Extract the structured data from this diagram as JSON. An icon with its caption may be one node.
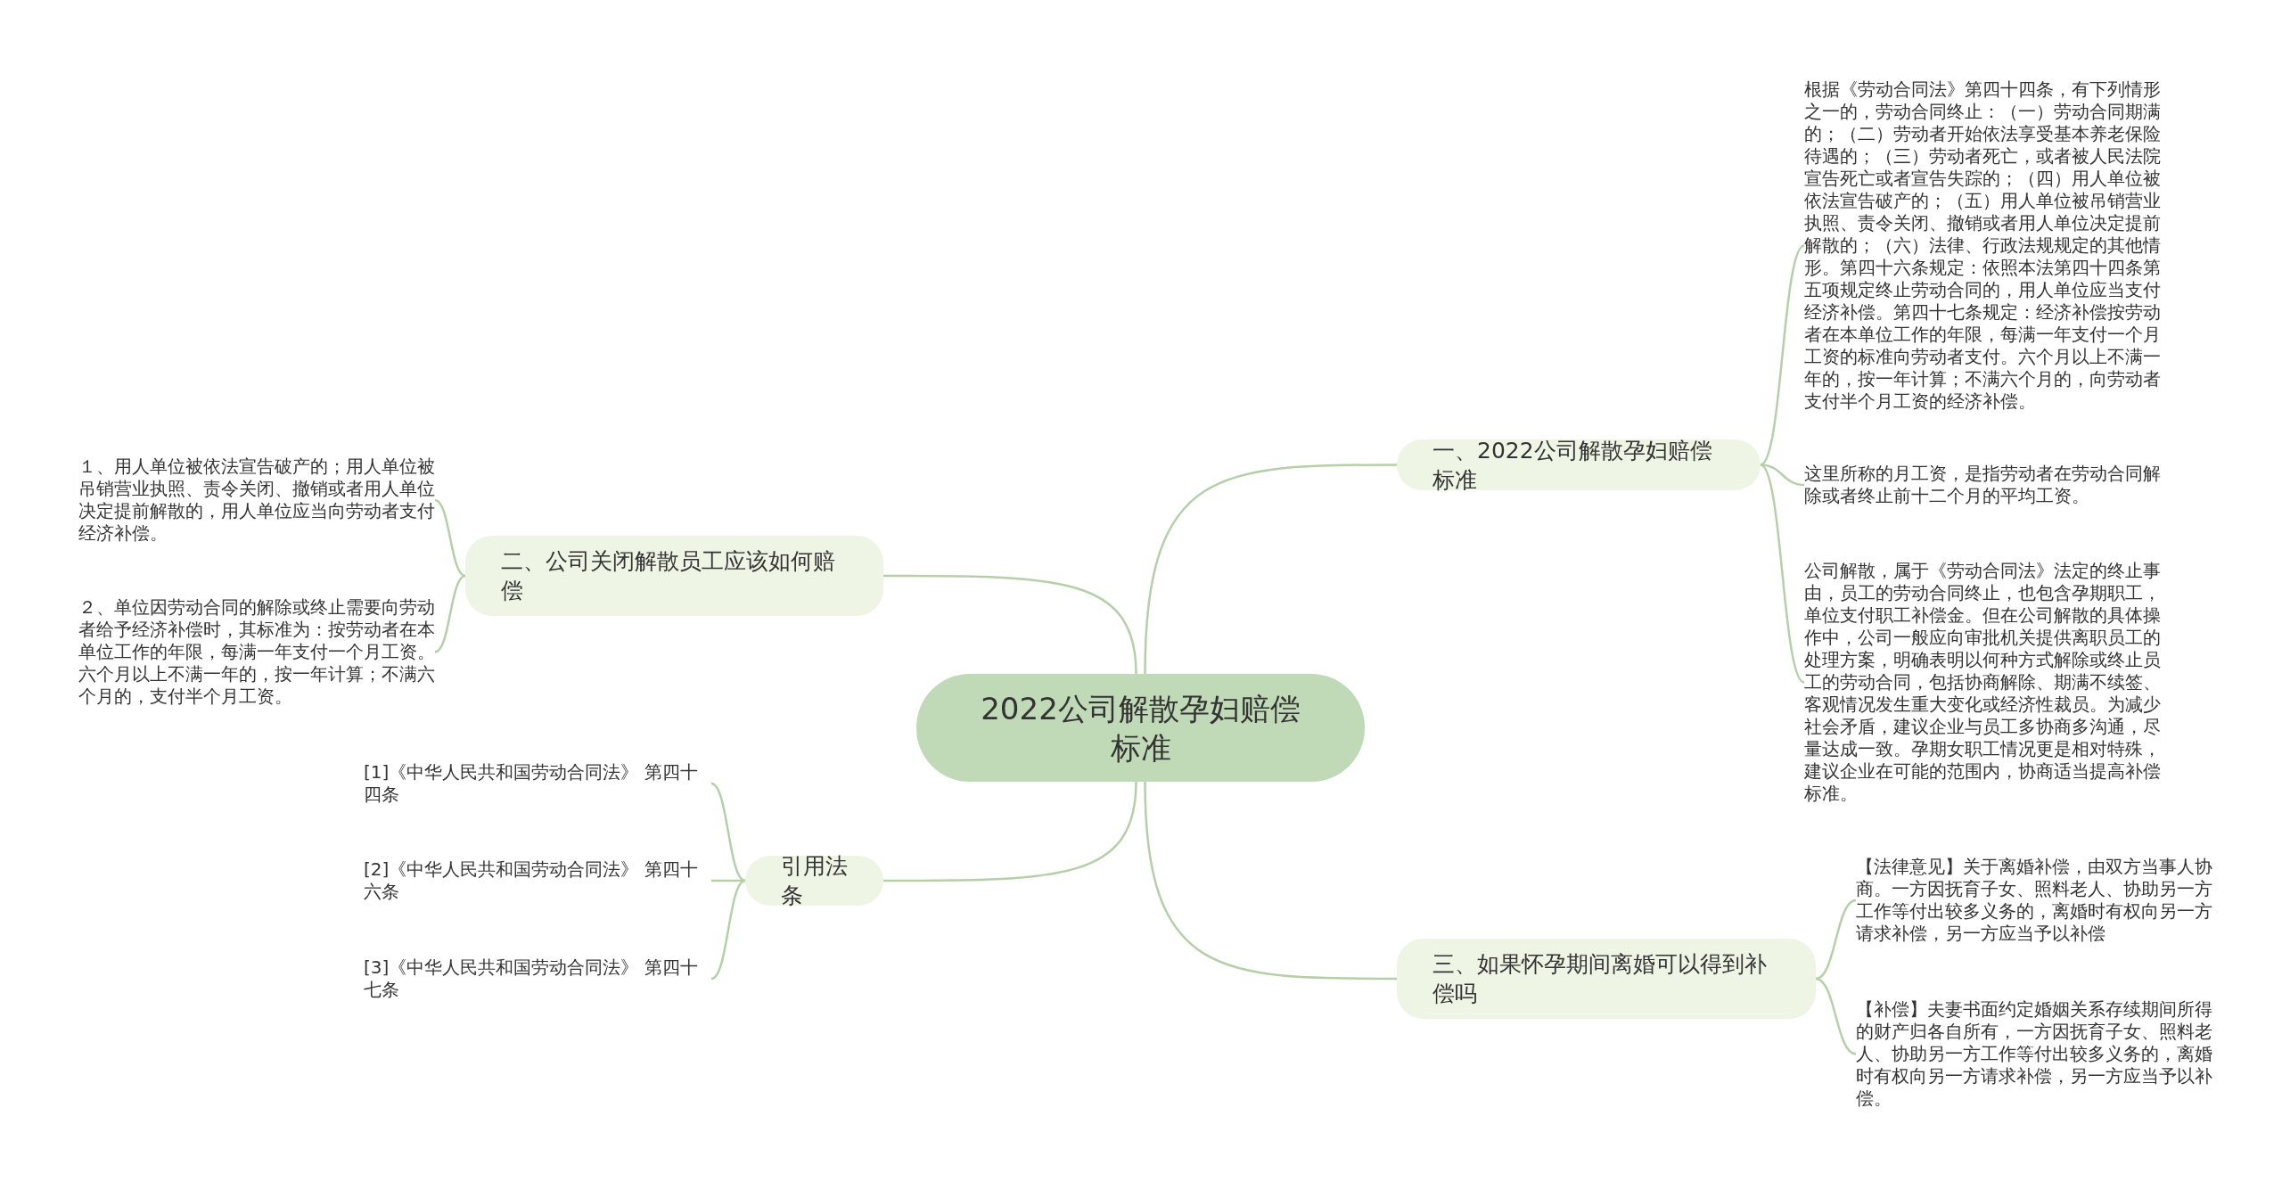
{
  "diagram": {
    "nodes": [
      {
        "text": [
          "2022公司解散孕妇赔偿标准"
        ]
      },
      {
        "text": [
          "一、2022公司解散孕妇赔偿标准"
        ]
      },
      {
        "text": [
          "根据《劳动合同法》第四十四条，有下列情形之一的，劳动合同终止：（一）劳动合同期满的；（二）劳动者开始依法享受基本养老保险待遇的；（三）劳动者死亡，或者被人民法院宣告死亡或者宣告失踪的；（四）用人单位被依法宣告破产的；（五）用人单位被吊销营业执照、责令关闭、撤销或者用人单位决定提前解散的；（六）法律、行政法规规定的其他情形。第四十六条规定：依照本法第四十四条第五项规定终止劳动合同的，用人单位应当支付经济补偿。第四十七条规定：经济补偿按劳动者在本单位工作的年限，每满一年支付一个月工资的标准向劳动者支付。六个月以上不满一年的，按一年计算；不满六个月的，向劳动者支付半个月工资的经济补偿。"
        ]
      },
      {
        "text": [
          "这里所称的月工资，是指劳动者在劳动合同解除或者终止前十二个月的平均工资。"
        ]
      },
      {
        "text": [
          "公司解散，属于《劳动合同法》法定的终止事由，员工的劳动合同终止，也包含孕期职工，单位支付职工补偿金。但在公司解散的具体操作中，公司一般应向审批机关提供离职员工的处理方案，明确表明以何种方式解除或终止员工的劳动合同，包括协商解除、期满不续签、客观情况发生重大变化或经济性裁员。为减少社会矛盾，建议企业与员工多协商多沟通，尽量达成一致。孕期女职工情况更是相对特殊，建议企业在可能的范围内，协商适当提高补偿标准。"
        ]
      },
      {
        "text": [
          "三、如果怀孕期间离婚可以得到补偿吗"
        ]
      },
      {
        "text": [
          "【法律意见】关于离婚补偿，由双方当事人协商。一方因抚育子女、照料老人、协助另一方工作等付出较多义务的，离婚时有权向另一方请求补偿，另一方应当予以补偿"
        ]
      },
      {
        "text": [
          "【补偿】夫妻书面约定婚姻关系存续期间所得的财产归各自所有，一方因抚育子女、照料老人、协助另一方工作等付出较多义务的，离婚时有权向另一方请求补偿，另一方应当予以补偿。"
        ]
      },
      {
        "text": [
          "二、公司关闭解散员工应该如何赔偿"
        ]
      },
      {
        "text": [
          "１、用人单位被依法宣告破产的；用人单位被吊销营业执照、责令关闭、撤销或者用人单位决定提前解散的，用人单位应当向劳动者支付经济补偿。"
        ]
      },
      {
        "text": [
          "２、单位因劳动合同的解除或终止需要向劳动者给予经济补偿时，其标准为：按劳动者在本单位工作的年限，每满一年支付一个月工资。六个月以上不满一年的，按一年计算；不满六个月的，支付半个月工资。"
        ]
      },
      {
        "text": [
          "引用法条"
        ]
      },
      {
        "text": [
          "[1]《中华人民共和国劳动合同法》 第四十四条"
        ]
      },
      {
        "text": [
          "[2]《中华人民共和国劳动合同法》 第四十六条"
        ]
      },
      {
        "text": [
          "[3]《中华人民共和国劳动合同法》 第四十七条"
        ]
      }
    ],
    "edges": [
      {
        "from": 0,
        "to": 1,
        "arrow": "none"
      },
      {
        "from": 1,
        "to": 2,
        "arrow": "none"
      },
      {
        "from": 1,
        "to": 3,
        "arrow": "none"
      },
      {
        "from": 1,
        "to": 4,
        "arrow": "none"
      },
      {
        "from": 0,
        "to": 5,
        "arrow": "none"
      },
      {
        "from": 5,
        "to": 6,
        "arrow": "none"
      },
      {
        "from": 5,
        "to": 7,
        "arrow": "none"
      },
      {
        "from": 0,
        "to": 8,
        "arrow": "none"
      },
      {
        "from": 8,
        "to": 9,
        "arrow": "none"
      },
      {
        "from": 8,
        "to": 10,
        "arrow": "none"
      },
      {
        "from": 0,
        "to": 11,
        "arrow": "none"
      },
      {
        "from": 11,
        "to": 12,
        "arrow": "none"
      },
      {
        "from": 11,
        "to": 13,
        "arrow": "none"
      },
      {
        "from": 11,
        "to": 14,
        "arrow": "none"
      }
    ]
  }
}
